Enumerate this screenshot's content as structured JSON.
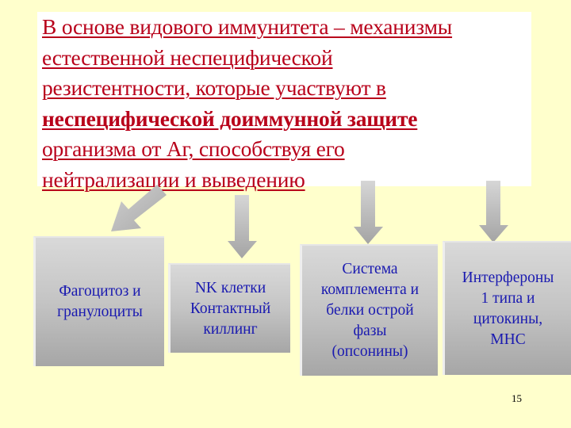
{
  "slide": {
    "background_color": "#ffffcc",
    "page_number": "15"
  },
  "title": {
    "color": "#b8001a",
    "lines": [
      {
        "text": "В основе видового иммунитета – механизмы",
        "bold": false
      },
      {
        "text": "естественной неспецифической",
        "bold": false
      },
      {
        "text": "резистентности, которые участвуют в",
        "bold": false
      },
      {
        "text": "неспецифической доиммунной защите",
        "bold": true
      },
      {
        "text": "организма от Аг, способствуя его",
        "bold": false
      },
      {
        "text": "нейтрализации и выведению",
        "bold": false
      }
    ]
  },
  "arrows": [
    {
      "name": "arrow-to-phagocytosis",
      "direction": "down-left"
    },
    {
      "name": "arrow-to-nk-cells",
      "direction": "down"
    },
    {
      "name": "arrow-to-complement",
      "direction": "down"
    },
    {
      "name": "arrow-to-interferons",
      "direction": "down"
    }
  ],
  "boxes": [
    {
      "name": "phagocytosis-box",
      "lines": [
        "Фагоцитоз и",
        "гранулоциты"
      ]
    },
    {
      "name": "nk-cells-box",
      "lines": [
        "NK клетки",
        "Контактный",
        "киллинг"
      ]
    },
    {
      "name": "complement-box",
      "lines": [
        "Система",
        "комплемента и",
        "белки острой",
        "фазы",
        "(опсонины)"
      ]
    },
    {
      "name": "interferons-box",
      "lines": [
        "Интерфероны",
        "1 типа и",
        "цитокины,",
        "МНС"
      ]
    }
  ],
  "colors": {
    "title_text": "#b8001a",
    "box_text": "#1a1ab0",
    "box_fill_top": "#d9d9d9",
    "box_fill_bottom": "#a6a6a6",
    "arrow_fill": "#bdbdbd"
  }
}
